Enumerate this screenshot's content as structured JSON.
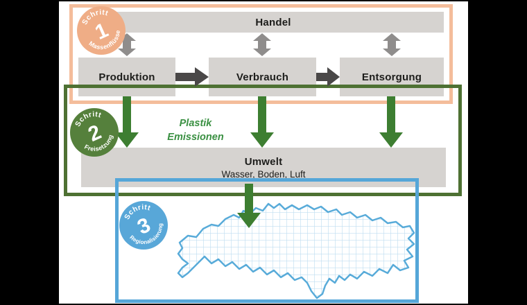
{
  "steps": [
    {
      "label": "Schritt",
      "number": "1",
      "name": "Massenflüsse",
      "color": "#efad86"
    },
    {
      "label": "Schritt",
      "number": "2",
      "name": "Freisetzung",
      "color": "#55803c"
    },
    {
      "label": "Schritt",
      "number": "3",
      "name": "Regionalisierung",
      "color": "#58a7d8"
    }
  ],
  "nodes": {
    "handel": "Handel",
    "produktion": "Produktion",
    "verbrauch": "Verbrauch",
    "entsorgung": "Entsorgung",
    "umwelt": "Umwelt",
    "umwelt_sub": "Wasser, Boden, Luft"
  },
  "annotations": {
    "emissions_line1": "Plastik",
    "emissions_line2": "Emissionen"
  },
  "icons": {
    "map": "switzerland-map",
    "bidirectional_arrow": "trade-exchange-arrow",
    "flow_arrow": "material-flow-arrow",
    "emission_arrow": "emission-release-arrow"
  },
  "colors": {
    "frame_step1": "#f4bd9b",
    "frame_step2": "#4e7133",
    "frame_step3": "#55a6d8",
    "badge_step1": "#efad86",
    "badge_step2": "#55803c",
    "badge_step3": "#58a7d8",
    "box_gray": "#d6d3d0",
    "arrow_gray": "#8f8d8c",
    "arrow_dark_gray": "#4a4848",
    "arrow_green": "#3d7e31",
    "emissions_text": "#3a9042",
    "map_outline": "#58abd9",
    "map_grid": "#bfdef1"
  }
}
